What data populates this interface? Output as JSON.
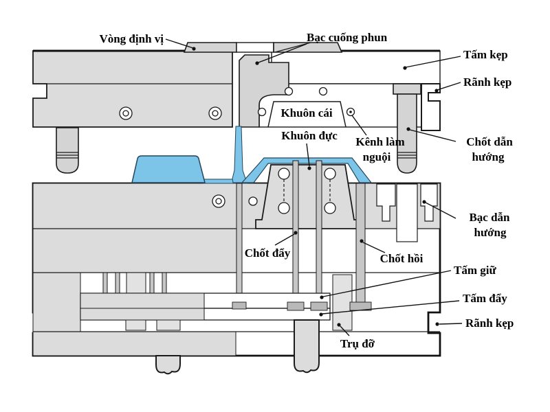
{
  "diagram": {
    "title_domain": "Injection mold cross-section diagram",
    "labels": {
      "vong_dinh_vi": "Vòng định vị",
      "bac_cuong_phun": "Bạc cuống phun",
      "tam_kep": "Tấm kẹp",
      "ranh_kep_tren": "Rãnh kẹp",
      "khuon_cai": "Khuôn cái",
      "kenh_lam_nguoi_l1": "Kênh làm",
      "kenh_lam_nguoi_l2": "nguội",
      "chot_dan_huong_l1": "Chốt dẫn",
      "chot_dan_huong_l2": "hướng",
      "khuon_duc": "Khuôn đực",
      "bac_dan_huong_l1": "Bạc dẫn",
      "bac_dan_huong_l2": "hướng",
      "chot_day": "Chốt đẩy",
      "chot_hoi": "Chốt hồi",
      "tam_giu": "Tấm giữ",
      "tam_day": "Tấm đẩy",
      "ranh_kep_duoi": "Rãnh kẹp",
      "tru_do": "Trụ đỡ"
    },
    "colors": {
      "background": "#ffffff",
      "plate_gray": "#dcdcdc",
      "pin_gray": "#c7c7c7",
      "hardware_gray": "#d4d4d4",
      "plastic_blue": "#7cc5e8",
      "outline": "#1a1a1a"
    }
  }
}
